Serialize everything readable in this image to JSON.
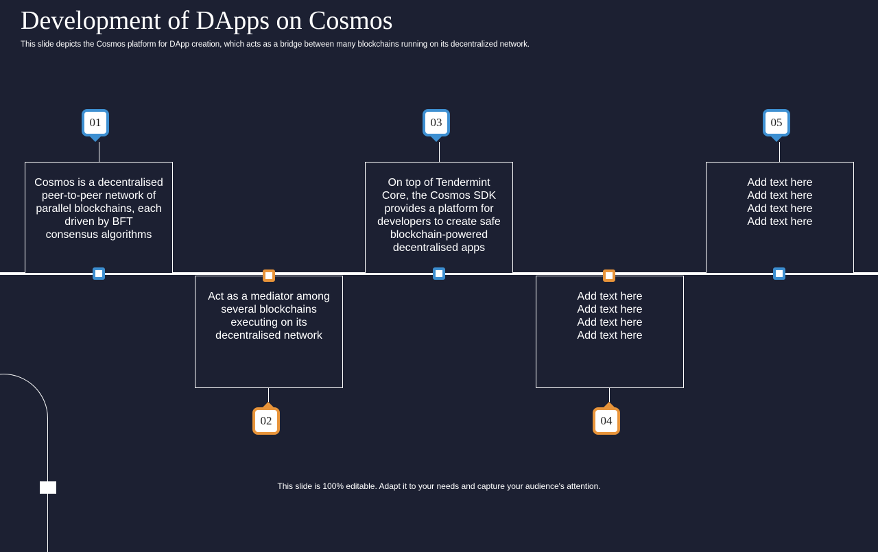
{
  "header": {
    "title": "Development of DApps on Cosmos",
    "subtitle": "This slide depicts the Cosmos platform for DApp creation, which acts as a bridge between many blockchains running on its decentralized network."
  },
  "steps": [
    {
      "number": "01",
      "text": "Cosmos is a decentralised\npeer-to-peer network of\nparallel blockchains, each\ndriven by BFT\nconsensus algorithms",
      "color": "#3d8fd1"
    },
    {
      "number": "02",
      "text": "Act as a mediator among\nseveral blockchains\nexecuting on its\ndecentralised network",
      "color": "#e8943a"
    },
    {
      "number": "03",
      "text": "On top of Tendermint\nCore, the Cosmos SDK\nprovides a platform for\ndevelopers to create safe\nblockchain-powered\ndecentralised apps",
      "color": "#3d8fd1"
    },
    {
      "number": "04",
      "text": "Add text here\nAdd text here\nAdd text here\nAdd text here",
      "color": "#e8943a"
    },
    {
      "number": "05",
      "text": "Add text here\nAdd text here\nAdd text here\nAdd text here",
      "color": "#3d8fd1"
    }
  ],
  "footer": {
    "text": "This slide is 100% editable. Adapt it to your needs and capture your audience's attention."
  },
  "colors": {
    "background": "#1c2032",
    "accent_blue": "#3d8fd1",
    "accent_orange": "#e8943a"
  }
}
